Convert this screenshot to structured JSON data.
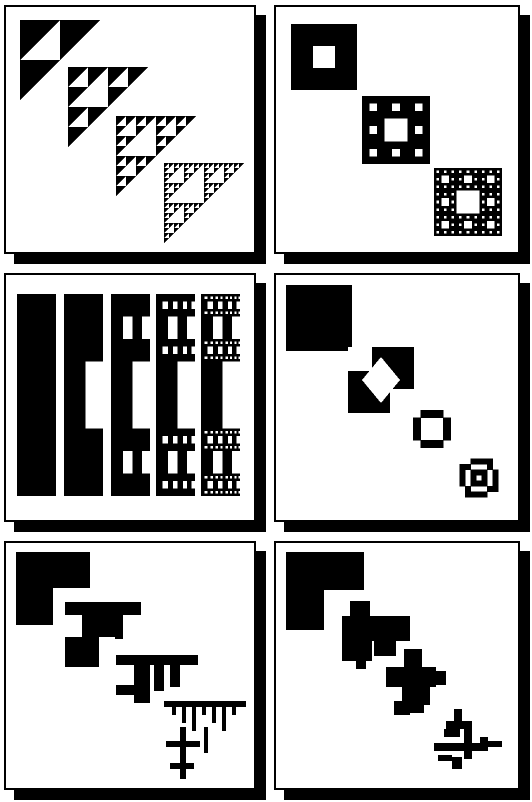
{
  "figure": {
    "colors": {
      "ink": "#000000",
      "paper": "#ffffff"
    },
    "panels": [
      {
        "id": "sierpinski-triangle-stages",
        "iterations": [
          1,
          2,
          3,
          4
        ]
      },
      {
        "id": "sierpinski-carpet-stages",
        "iterations": [
          1,
          2,
          3
        ]
      },
      {
        "id": "vertical-cantor-bars-stages",
        "iterations": [
          1,
          2,
          3,
          4,
          5
        ]
      },
      {
        "id": "diamond-pattern-stages",
        "iterations": [
          1,
          2,
          3,
          4
        ]
      },
      {
        "id": "branching-fractal-stages",
        "iterations": [
          1,
          2,
          3,
          4
        ]
      },
      {
        "id": "cross-branching-fractal-stages",
        "iterations": [
          1,
          2,
          3,
          4
        ]
      }
    ]
  }
}
